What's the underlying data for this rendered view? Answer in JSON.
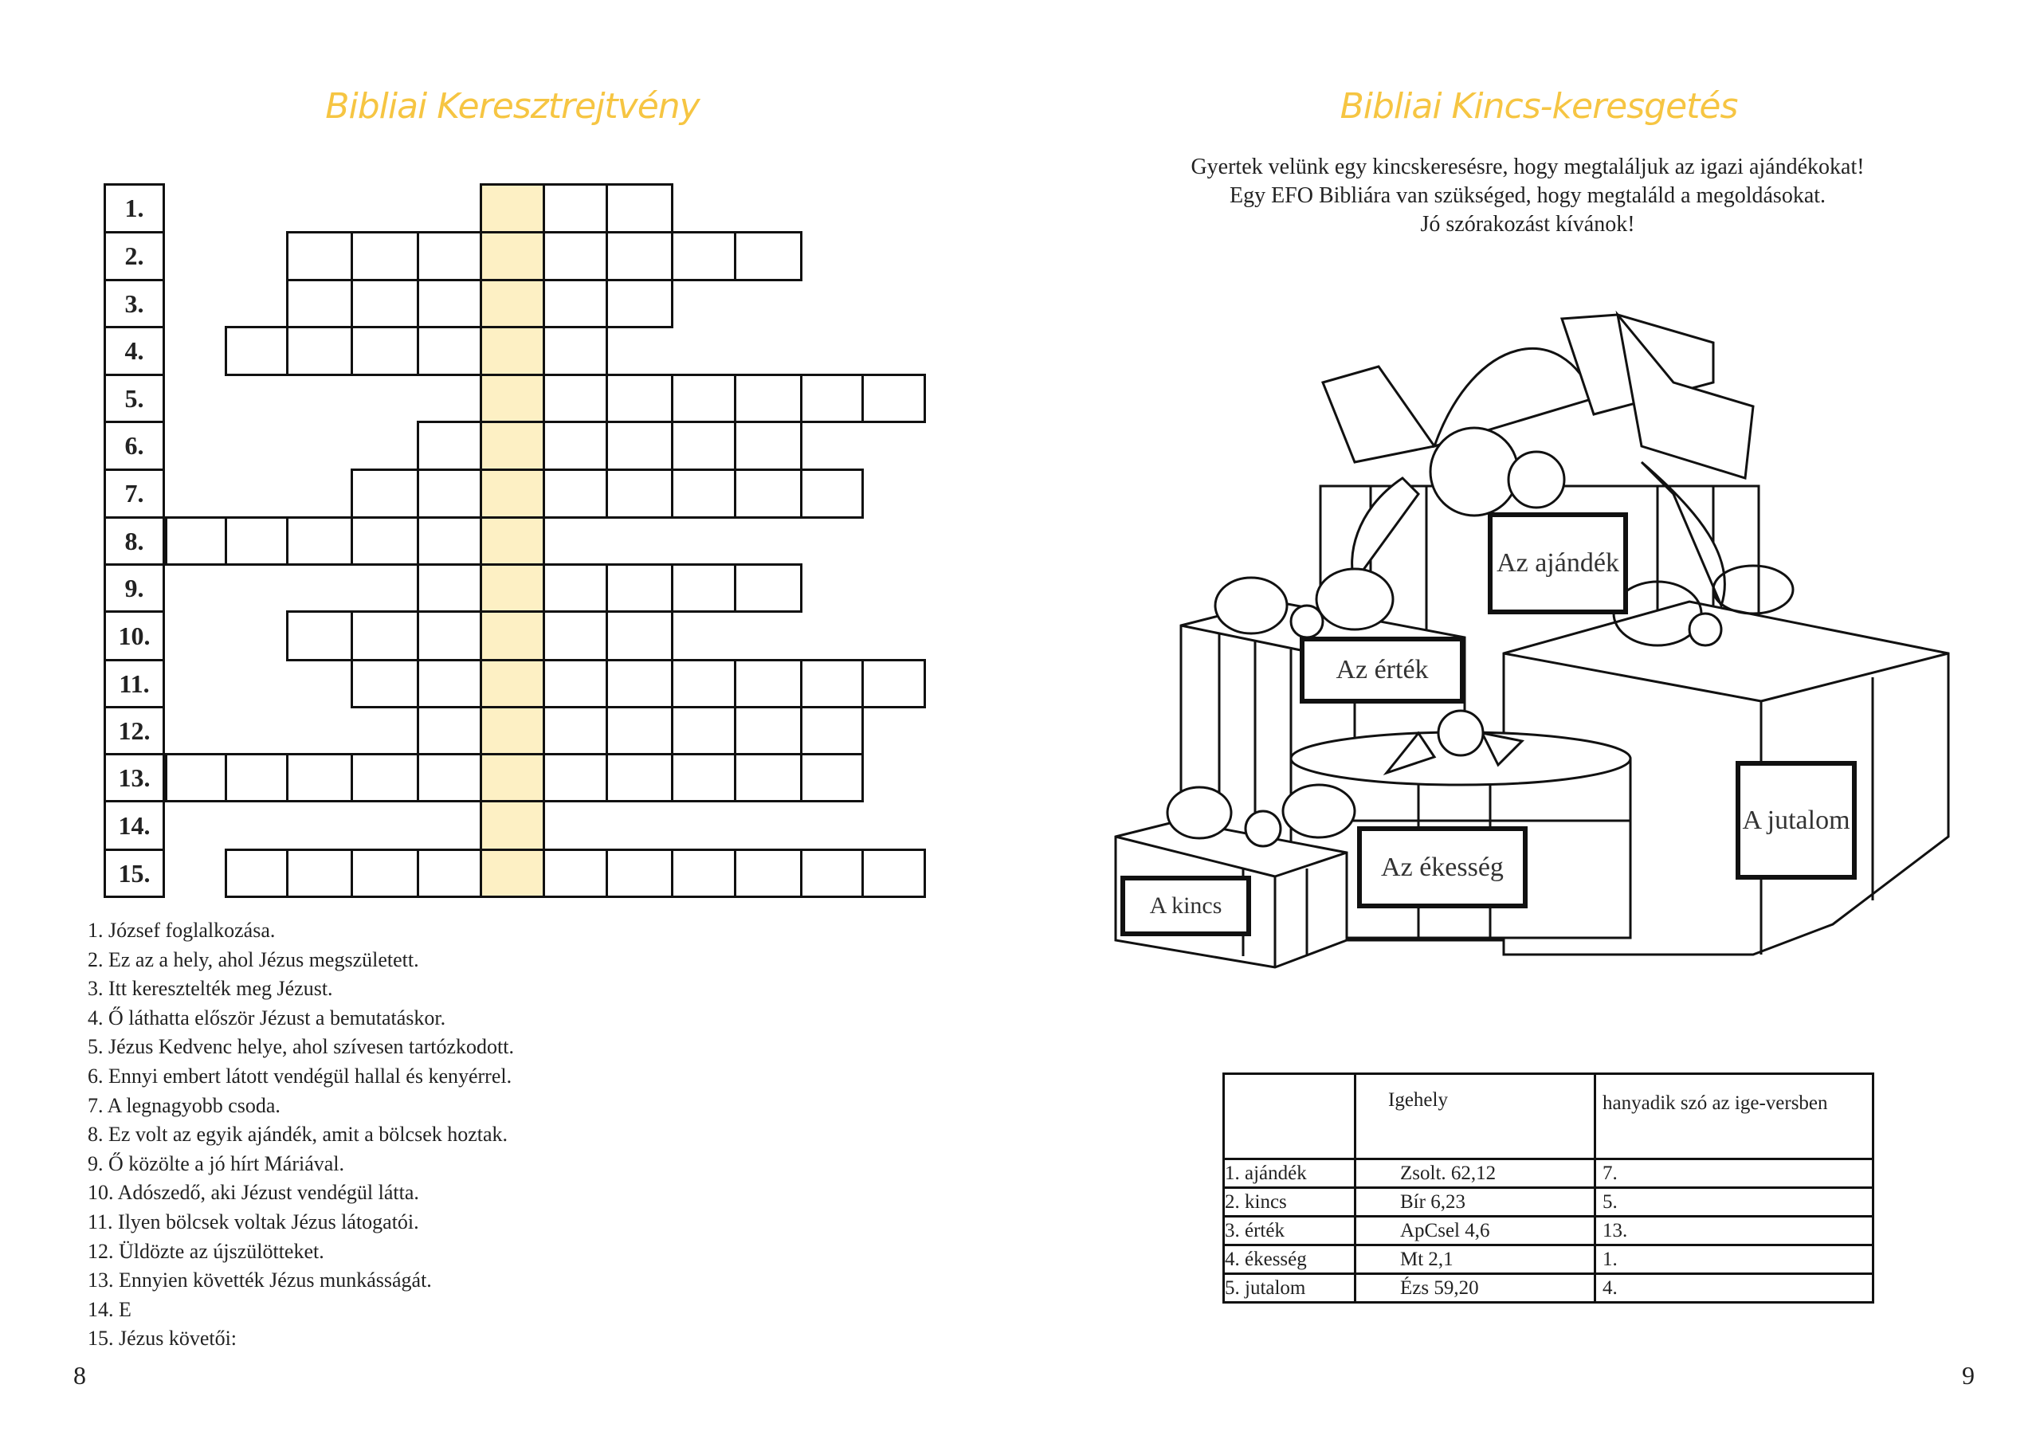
{
  "left_page": {
    "title": "Bibliai Keresztrejtvény",
    "row_numbers": [
      "1.",
      "2.",
      "3.",
      "4.",
      "5.",
      "6.",
      "7.",
      "8.",
      "9.",
      "10.",
      "11.",
      "12.",
      "13.",
      "14.",
      "15."
    ],
    "clues": [
      "1. József foglalkozása.",
      "2. Ez az a hely, ahol Jézus megszületett.",
      "3. Itt keresztelték meg Jézust.",
      "4. Ő láthatta először Jézust a bemutatáskor.",
      "5. Jézus Kedvenc helye, ahol szívesen tartózkodott.",
      "6. Ennyi embert látott vendégül hallal és kenyérrel.",
      "7. A legnagyobb csoda.",
      "8. Ez volt az egyik ajándék, amit a bölcsek hoztak.",
      "9. Ő közölte a jó hírt Máriával.",
      "10. Adószedő, aki Jézust vendégül látta.",
      "11. Ilyen bölcsek voltak Jézus látogatói.",
      "12. Üldözte az újszülötteket.",
      "13. Ennyien követték Jézus munkásságát.",
      "14. E",
      "15. Jézus követői:"
    ],
    "page_number": "8"
  },
  "right_page": {
    "title": "Bibliai Kincs-keresgetés",
    "intro": [
      "Gyertek velünk egy kincskeresésre, hogy megtaláljuk az igazi ajándékokat!",
      "Egy EFO Bibliára van szükséged, hogy megtaláld a megoldásokat.",
      "Jó szórakozást kívánok!"
    ],
    "tags": {
      "ajandek": "Az ajándék",
      "ertek": "Az érték",
      "jutalom": "A jutalom",
      "ekesseg": "Az ékesség",
      "kincs": "A kincs"
    },
    "table": {
      "headers": [
        "",
        "Igehely",
        "hanyadik szó az ige-versben"
      ],
      "rows": [
        [
          "1. ajándék",
          "Zsolt. 62,12",
          "7."
        ],
        [
          "2. kincs",
          "Bír 6,23",
          "5."
        ],
        [
          "3. érték",
          "ApCsel 4,6",
          "13."
        ],
        [
          "4. ékesség",
          "Mt 2,1",
          "1."
        ],
        [
          "5. jutalom",
          "Ézs 59,20",
          "4."
        ]
      ]
    },
    "page_number": "9"
  },
  "colors": {
    "title": "#f6c542",
    "highlight": "#fdf0c4"
  }
}
